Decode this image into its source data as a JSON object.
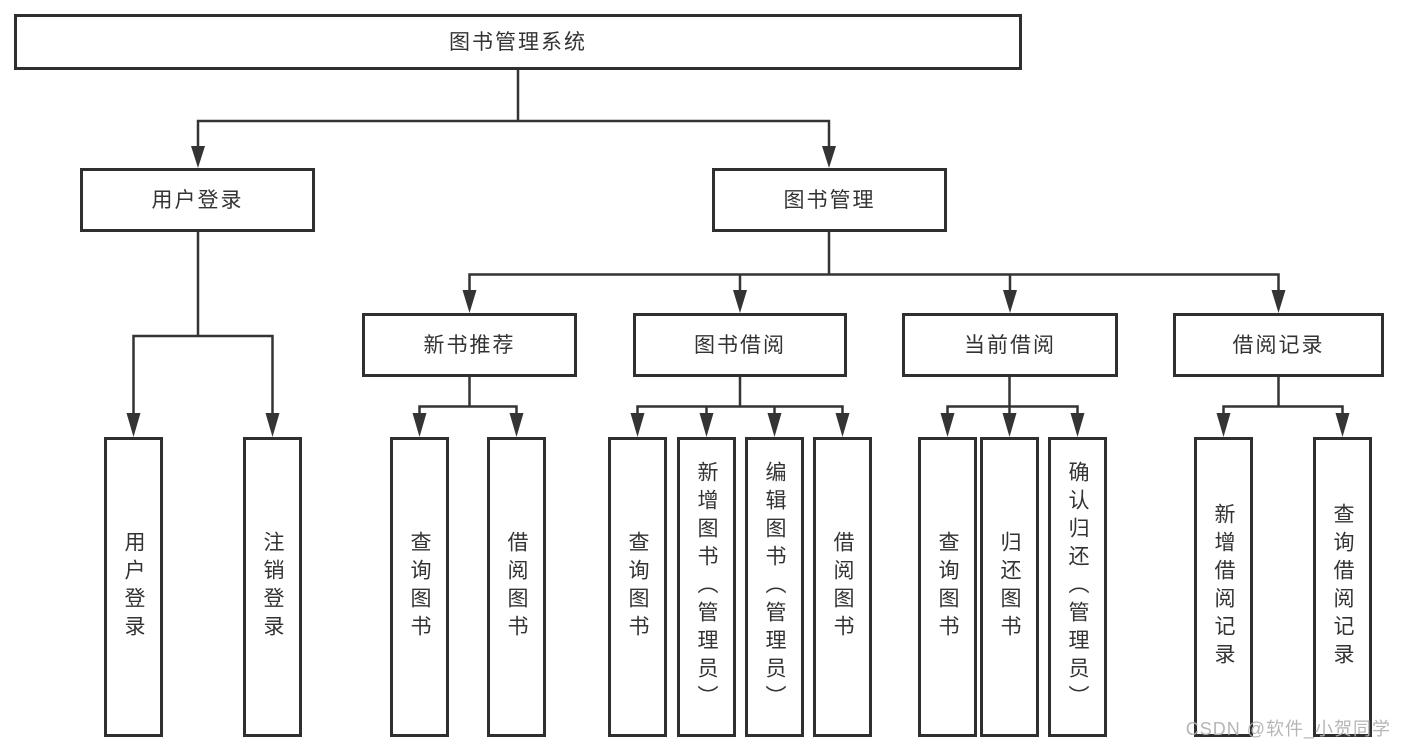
{
  "diagram_type": "tree",
  "colors": {
    "background": "#ffffff",
    "line": "#343434",
    "box_border": "#2f2f2f",
    "text": "#333333",
    "watermark": "#b3b3b3"
  },
  "watermark": {
    "text": "CSDN @软件_小贺同学"
  },
  "tree": {
    "label": "图书管理系统",
    "children": [
      {
        "label": "用户登录",
        "children": [
          {
            "label": "用户登录"
          },
          {
            "label": "注销登录"
          }
        ]
      },
      {
        "label": "图书管理",
        "children": [
          {
            "label": "新书推荐",
            "children": [
              {
                "label": "查询图书"
              },
              {
                "label": "借阅图书"
              }
            ]
          },
          {
            "label": "图书借阅",
            "children": [
              {
                "label": "查询图书"
              },
              {
                "label": "新增图书（管理员）"
              },
              {
                "label": "编辑图书（管理员）"
              },
              {
                "label": "借阅图书"
              }
            ]
          },
          {
            "label": "当前借阅",
            "children": [
              {
                "label": "查询图书"
              },
              {
                "label": "归还图书"
              },
              {
                "label": "确认归还（管理员）"
              }
            ]
          },
          {
            "label": "借阅记录",
            "children": [
              {
                "label": "新增借阅记录"
              },
              {
                "label": "查询借阅记录"
              }
            ]
          }
        ]
      }
    ]
  }
}
